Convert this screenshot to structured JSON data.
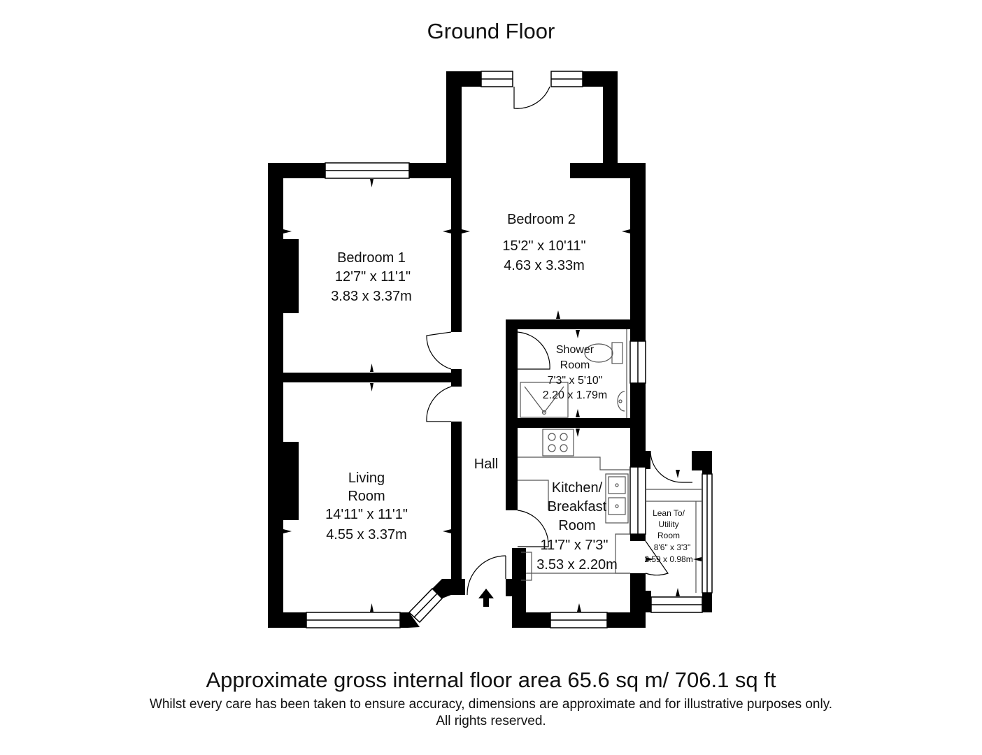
{
  "floor_title": "Ground Floor",
  "rooms": {
    "bedroom1": {
      "name": "Bedroom 1",
      "imperial": "12'7\" x 11'1\"",
      "metric": "3.83 x 3.37m"
    },
    "bedroom2": {
      "name": "Bedroom 2",
      "imperial": "15'2\" x 10'11\"",
      "metric": "4.63 x 3.33m"
    },
    "shower": {
      "name_line1": "Shower",
      "name_line2": "Room",
      "imperial": "7'3\" x 5'10\"",
      "metric": "2.20 x 1.79m"
    },
    "living": {
      "name_line1": "Living",
      "name_line2": "Room",
      "imperial": "14'11\" x 11'1\"",
      "metric": "4.55 x 3.37m"
    },
    "hall": {
      "name": "Hall"
    },
    "kitchen": {
      "name_line1": "Kitchen/",
      "name_line2": "Breakfast",
      "name_line3": "Room",
      "imperial": "11'7\" x 7'3\"",
      "metric": "3.53 x 2.20m"
    },
    "utility": {
      "name_line1": "Lean To/",
      "name_line2": "Utility",
      "name_line3": "Room",
      "imperial": "8'6\" x 3'3\"",
      "metric": "2.59 x 0.98m"
    }
  },
  "footer": {
    "area": "Approximate gross internal floor area 65.6 sq m/ 706.1 sq ft",
    "disclaimer_line1": "Whilst every care has been taken to ensure accuracy, dimensions are approximate and for illustrative purposes only.",
    "disclaimer_line2": "All rights reserved."
  },
  "colors": {
    "wall": "#000000",
    "background": "#ffffff",
    "fixture_line": "#555555"
  },
  "icons": [
    "entrance-arrow-icon",
    "dimension-arrow-icon",
    "door-swing-icon",
    "window-icon",
    "hob-icon",
    "sink-icon",
    "toilet-icon",
    "basin-icon",
    "shower-tray-icon"
  ]
}
